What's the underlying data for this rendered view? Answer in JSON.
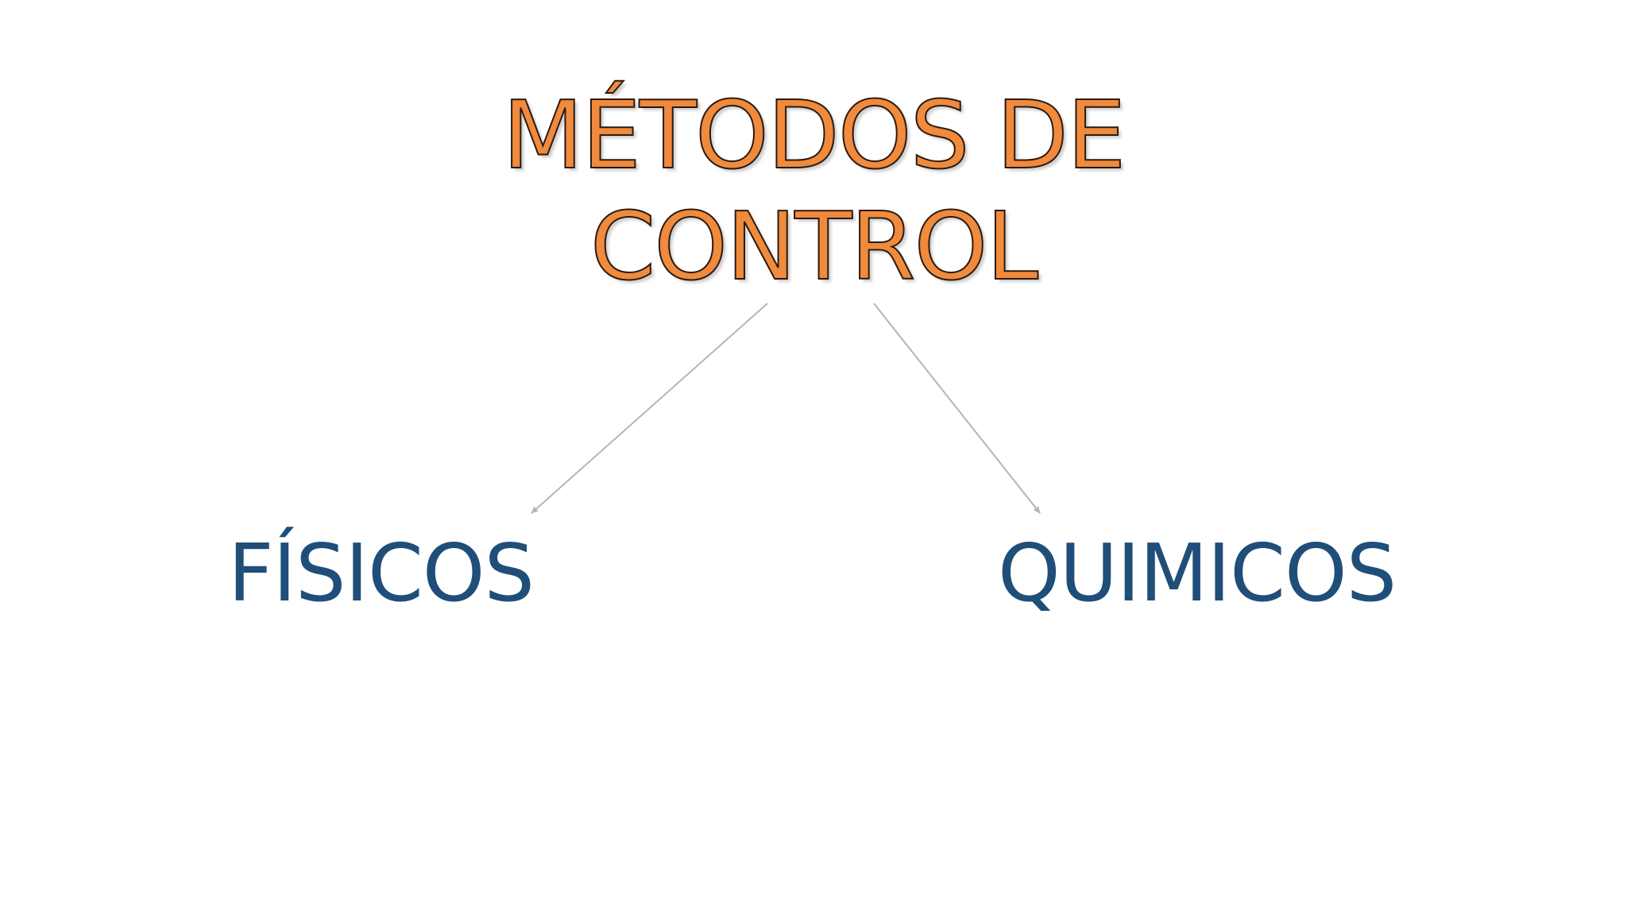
{
  "diagram": {
    "title_lines": [
      "MÉTODOS DE",
      "CONTROL"
    ],
    "branches": [
      {
        "label": "FÍSICOS"
      },
      {
        "label": "QUIMICOS"
      }
    ],
    "colors": {
      "title_fill": "#f08a3c",
      "title_outline": "#2b1a10",
      "branch_text": "#1f4e79",
      "arrow": "#b5b5b5"
    }
  }
}
